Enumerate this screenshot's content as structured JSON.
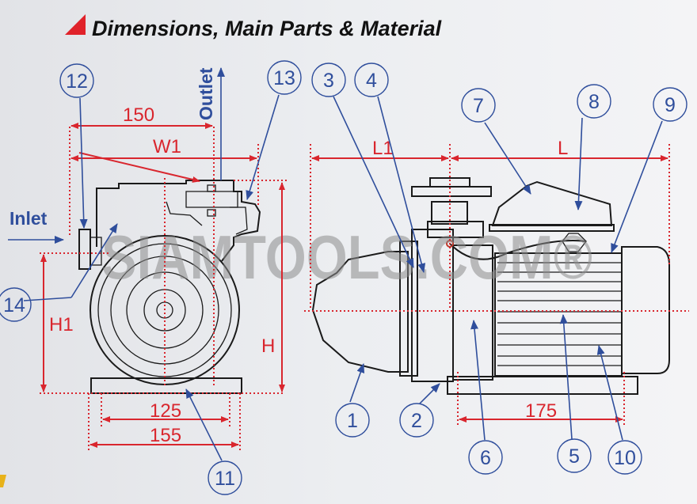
{
  "title": "Dimensions, Main Parts & Material",
  "watermark": "SIAMTOOLS.COM®",
  "flow_labels": {
    "inlet": "Inlet",
    "outlet": "Outlet"
  },
  "dimensions": {
    "d150": "150",
    "w1": "W1",
    "h": "H",
    "h1": "H1",
    "d125": "125",
    "d155": "155",
    "l1": "L1",
    "l": "L",
    "d175": "175"
  },
  "callouts": [
    "1",
    "2",
    "3",
    "4",
    "5",
    "6",
    "7",
    "8",
    "9",
    "10",
    "11",
    "12",
    "13",
    "14"
  ],
  "colors": {
    "dimension": "#d9262e",
    "callout": "#2f4e9c",
    "accent": "#e0222a"
  }
}
